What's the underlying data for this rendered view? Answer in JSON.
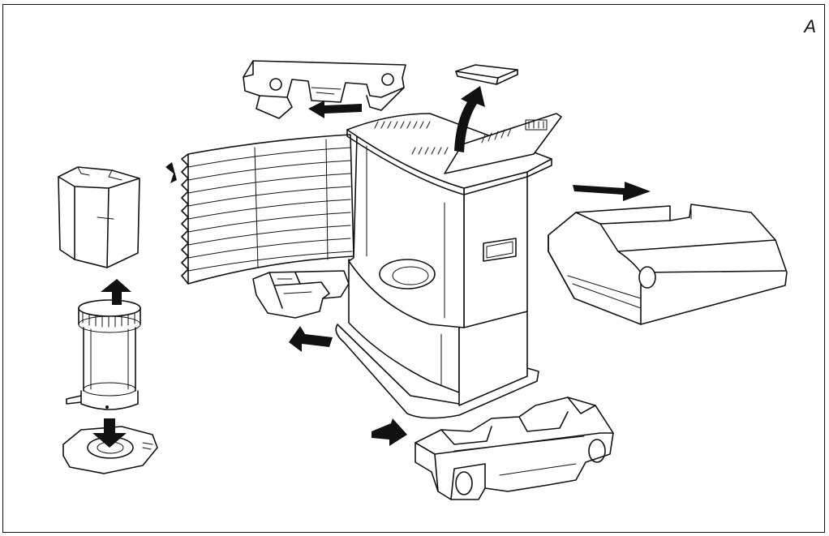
{
  "figure": {
    "corner_label": "A",
    "parts": [
      {
        "name": "top-cover-part",
        "icon": "top-cover-shape"
      },
      {
        "name": "small-cap-part",
        "icon": "cap-shape"
      },
      {
        "name": "hexagonal-shield-part",
        "icon": "hexagon-shape"
      },
      {
        "name": "grille-panel-part",
        "icon": "grille-shape"
      },
      {
        "name": "heater-body-part",
        "icon": "heater-shape"
      },
      {
        "name": "fuel-tank-part",
        "icon": "tank-shape"
      },
      {
        "name": "burner-cylinder-part",
        "icon": "cylinder-shape"
      },
      {
        "name": "base-plate-part",
        "icon": "plate-shape"
      },
      {
        "name": "front-tray-part",
        "icon": "tray-shape"
      },
      {
        "name": "bottom-tray-part",
        "icon": "tray-shape"
      }
    ],
    "colors": {
      "line": "#111111",
      "fill": "#ffffff",
      "arrow": "#111111"
    }
  }
}
